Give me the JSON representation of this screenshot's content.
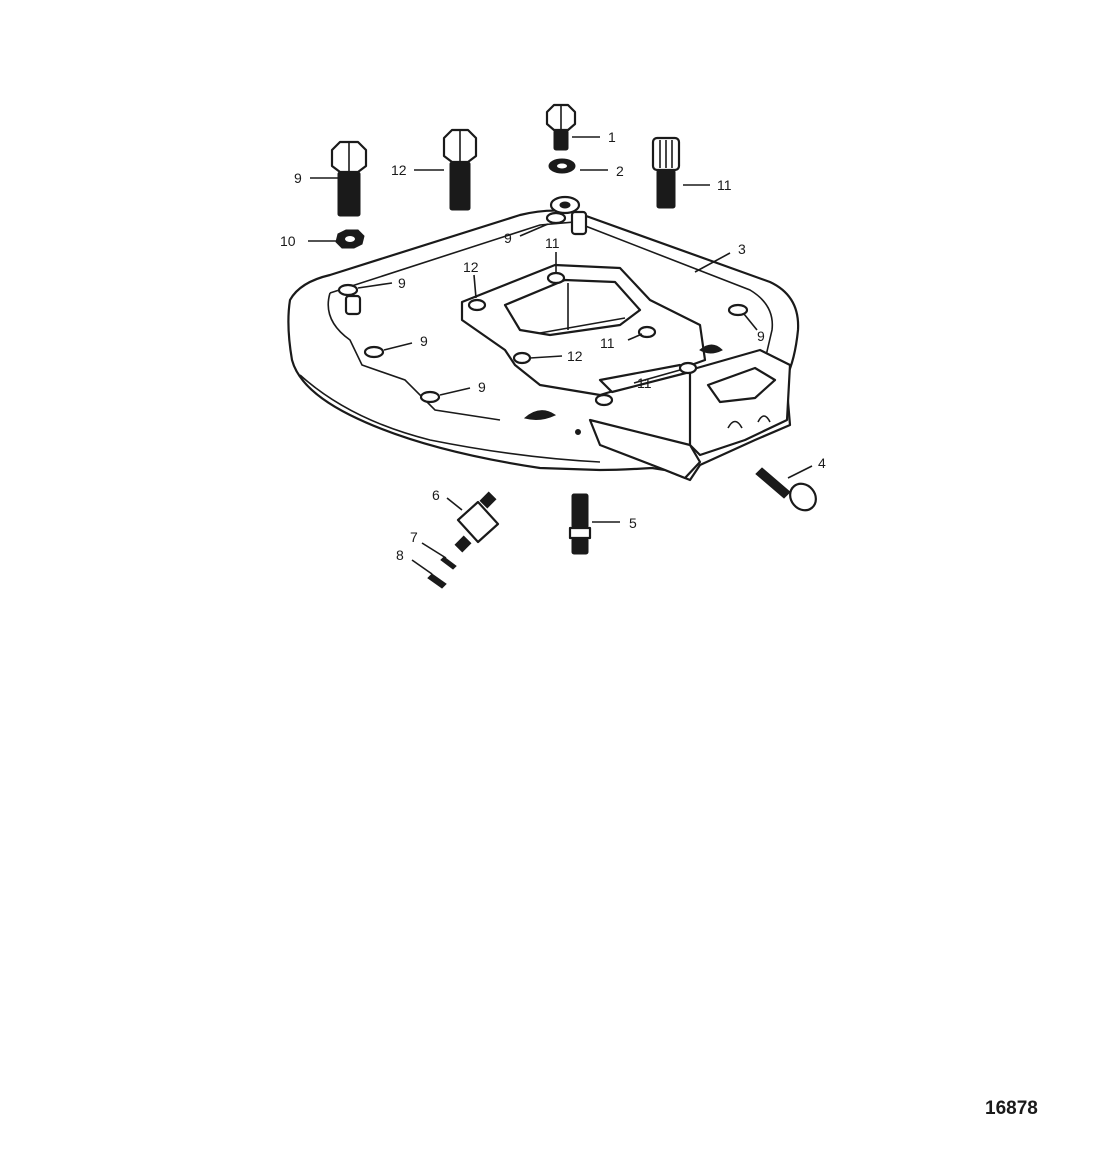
{
  "figure_number": "16878",
  "callouts": {
    "c1": "1",
    "c2": "2",
    "c3": "3",
    "c4": "4",
    "c5": "5",
    "c6": "6",
    "c7": "7",
    "c8": "8",
    "c9a": "9",
    "c9b": "9",
    "c9c": "9",
    "c9d": "9",
    "c9e": "9",
    "c9f": "9",
    "c10": "10",
    "c11a": "11",
    "c11b": "11",
    "c11c": "11",
    "c11d": "11",
    "c12a": "12",
    "c12b": "12",
    "c12c": "12"
  }
}
